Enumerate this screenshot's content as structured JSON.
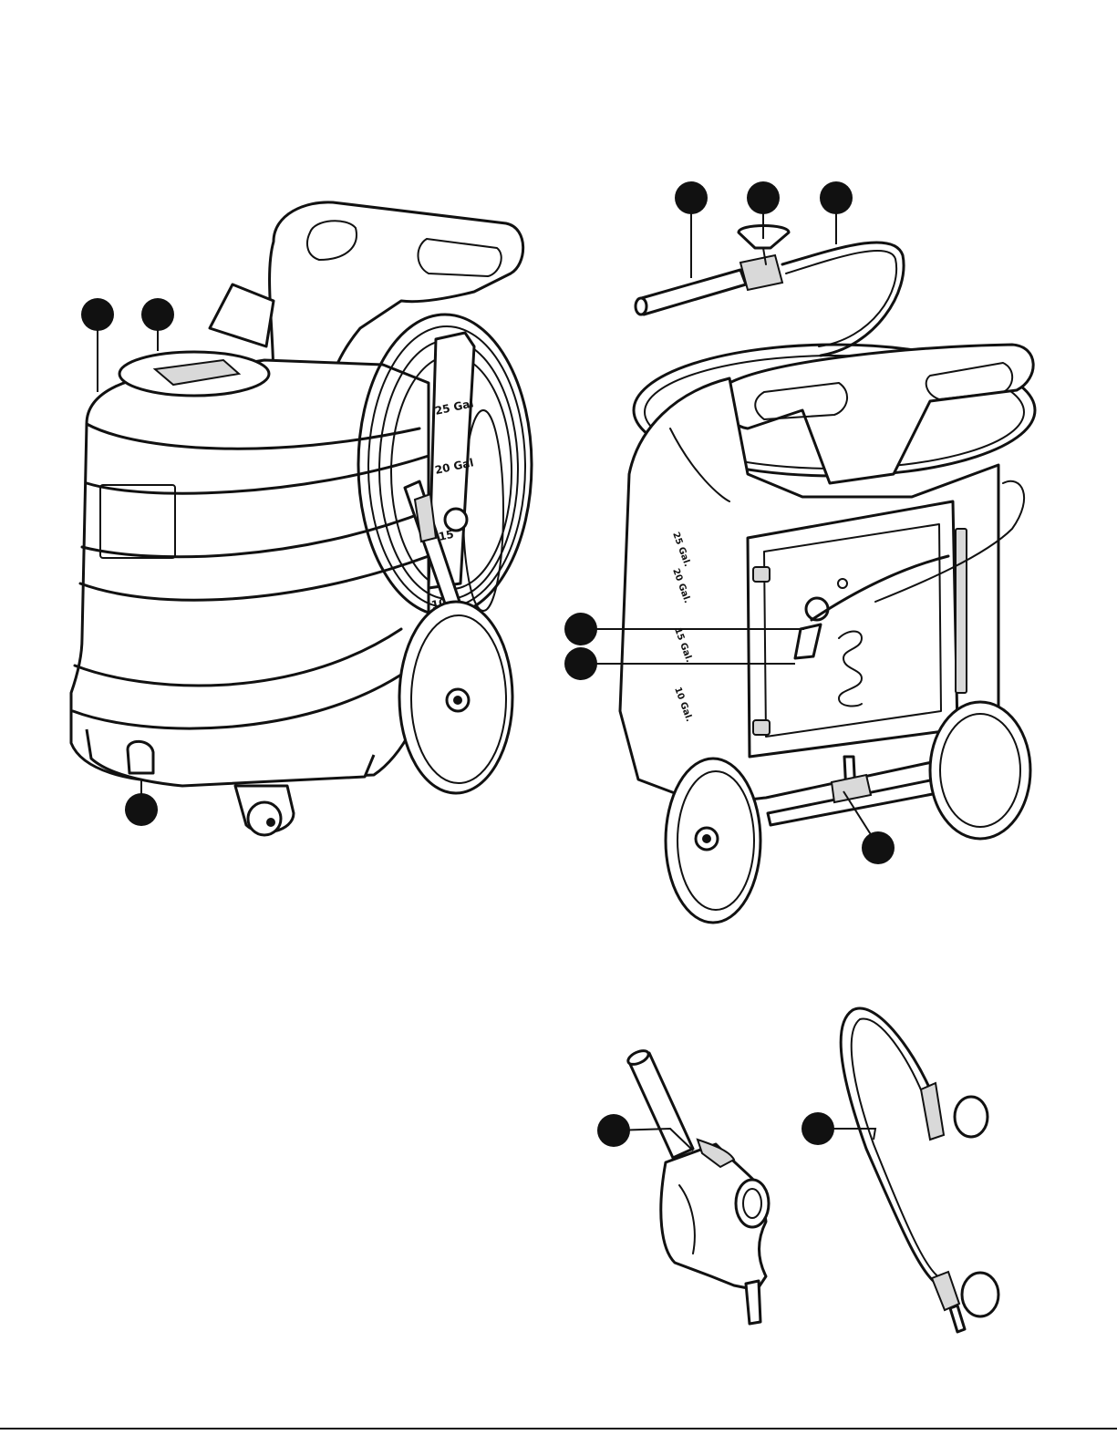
{
  "gauge_marks": {
    "front_25": "25 Gal",
    "front_20": "20 Gal",
    "front_15": "15",
    "front_10": "10",
    "rear_25": "25 Gal.",
    "rear_20": "20 Gal.",
    "rear_15": "15 Gal.",
    "rear_10": "10 Gal."
  },
  "callouts": [
    {
      "id": "front-tank"
    },
    {
      "id": "front-lid"
    },
    {
      "id": "front-drain"
    },
    {
      "id": "rear-fill-pipe"
    },
    {
      "id": "rear-valve"
    },
    {
      "id": "rear-fill-hose"
    },
    {
      "id": "rear-fitting-upper"
    },
    {
      "id": "rear-fitting-lower"
    },
    {
      "id": "rear-axle"
    },
    {
      "id": "nozzle"
    },
    {
      "id": "hose-assembly"
    }
  ]
}
